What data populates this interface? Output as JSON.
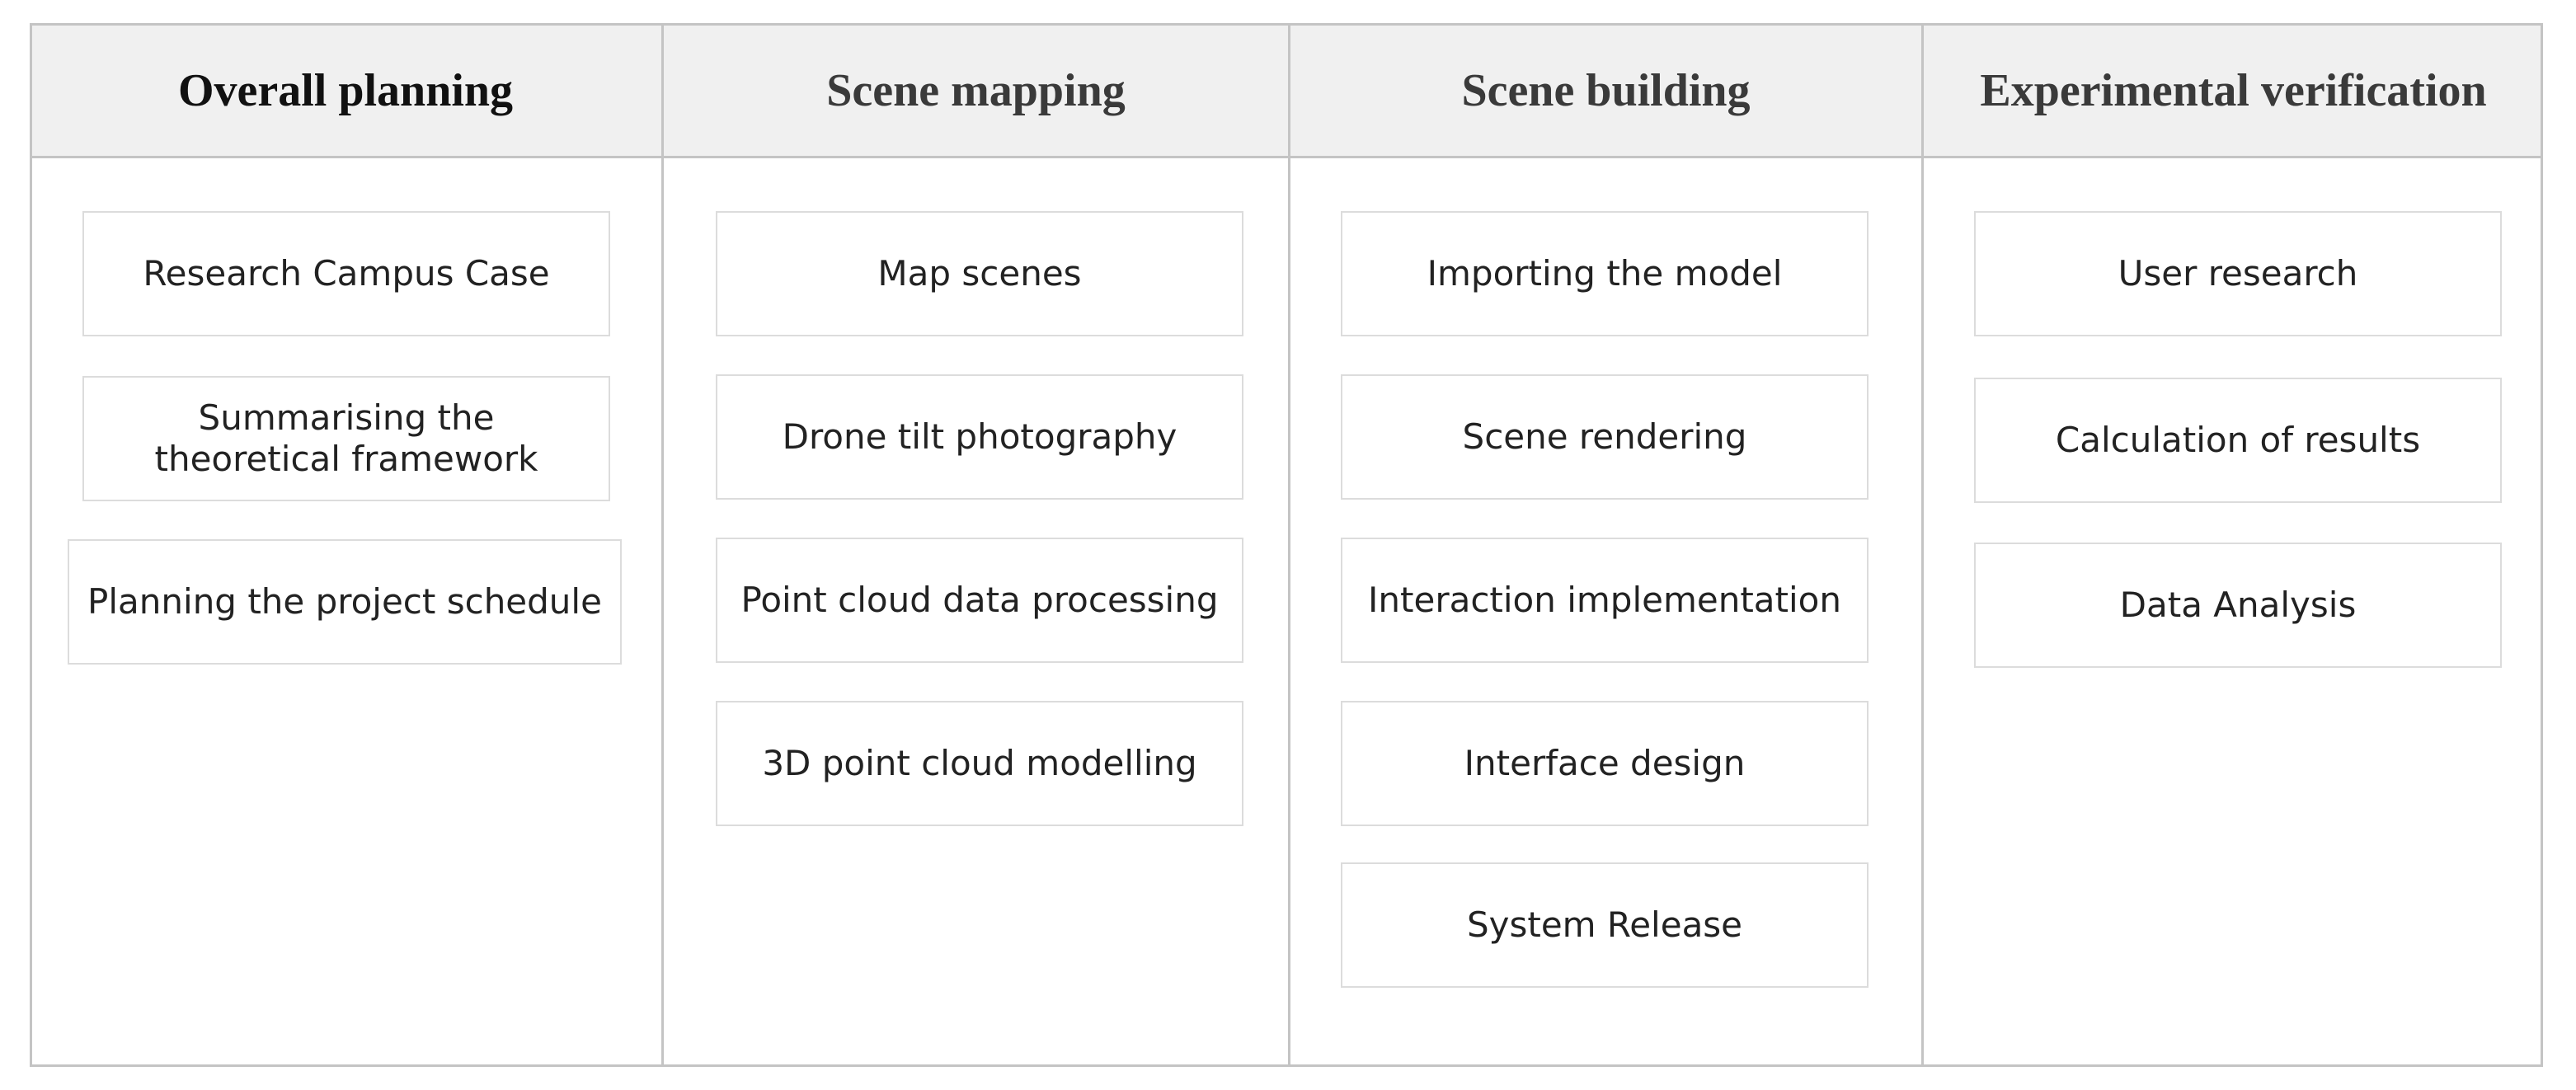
{
  "columns": [
    {
      "title": "Overall planning",
      "items": [
        "Research Campus Case",
        "Summarising the\ntheoretical framework",
        "Planning the project schedule"
      ]
    },
    {
      "title": "Scene mapping",
      "items": [
        "Map scenes",
        "Drone tilt photography",
        "Point cloud data processing",
        "3D point cloud modelling"
      ]
    },
    {
      "title": "Scene building",
      "items": [
        "Importing the model",
        "Scene rendering",
        "Interaction implementation",
        "Interface design",
        "System Release"
      ]
    },
    {
      "title": "Experimental verification",
      "items": [
        "User research",
        "Calculation of results",
        "Data Analysis"
      ]
    }
  ]
}
